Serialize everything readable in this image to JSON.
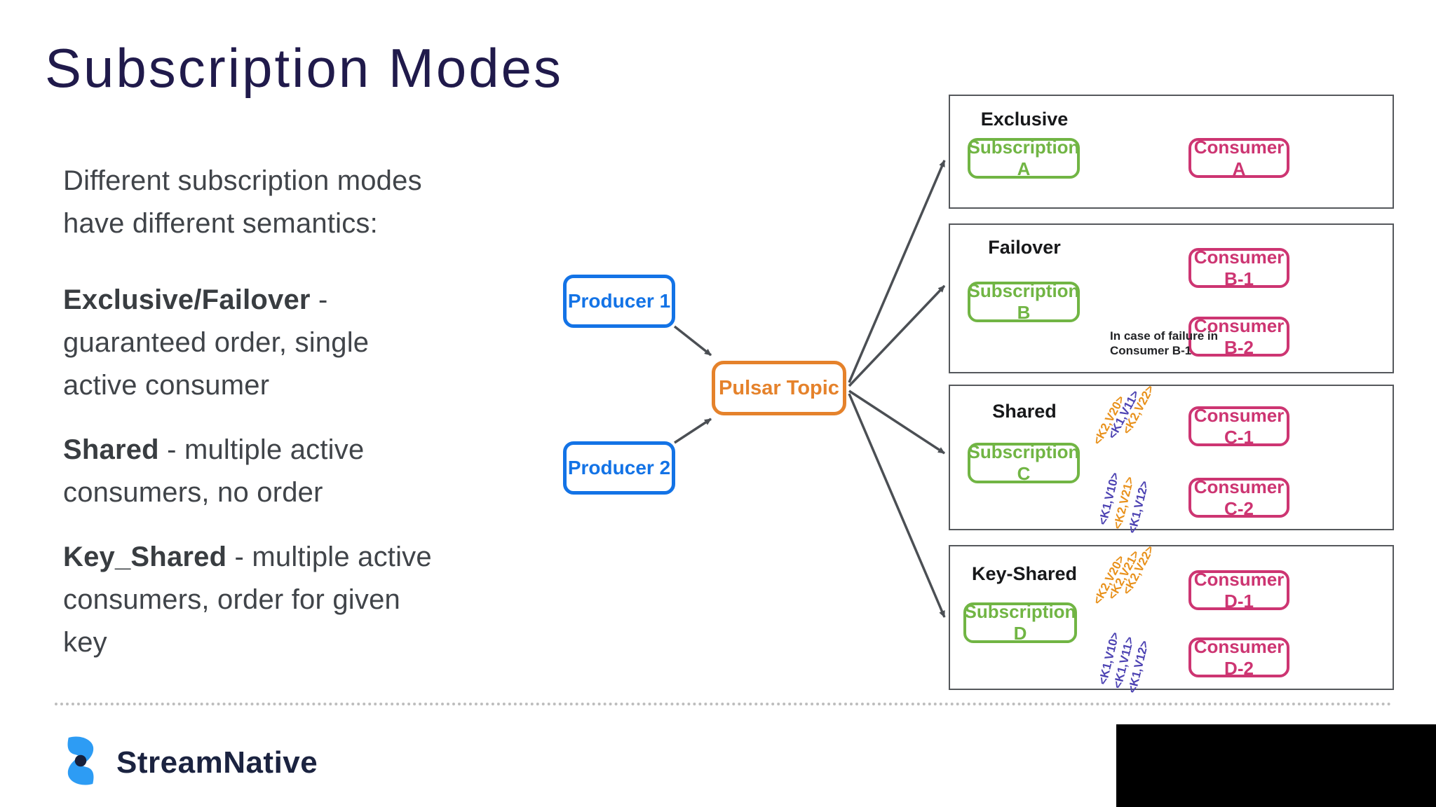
{
  "slide": {
    "title": "Subscription Modes",
    "intro": {
      "line1": "Different subscription modes",
      "line2": "have different semantics:"
    },
    "bullets": [
      {
        "bold": "Exclusive/Failover",
        "tail": " -",
        "line2": "guaranteed order, single",
        "line3": "active consumer"
      },
      {
        "bold": "Shared",
        "tail": " - multiple active",
        "line2": "consumers, no order"
      },
      {
        "bold": "Key_Shared",
        "tail": " - multiple active",
        "line2": "consumers, order for given",
        "line3": "key"
      }
    ]
  },
  "diagram": {
    "producers": [
      {
        "label": "Producer 1"
      },
      {
        "label": "Producer 2"
      }
    ],
    "topic": {
      "label": "Pulsar Topic"
    },
    "panels": [
      {
        "title": "Exclusive",
        "subscription": "Subscription A",
        "consumers": [
          "Consumer A"
        ]
      },
      {
        "title": "Failover",
        "subscription": "Subscription B",
        "consumers": [
          "Consumer B-1",
          "Consumer B-2"
        ],
        "note_line1": "In case of failure in",
        "note_line2": "Consumer B-1"
      },
      {
        "title": "Shared",
        "subscription": "Subscription C",
        "consumers": [
          "Consumer C-1",
          "Consumer C-2"
        ],
        "keys_upper": [
          {
            "text": "<K2,V20>",
            "tone": "orange"
          },
          {
            "text": "<K1,V11>",
            "tone": "purple"
          },
          {
            "text": "<K2,V22>",
            "tone": "orange"
          }
        ],
        "keys_lower": [
          {
            "text": "<K1,V10>",
            "tone": "purple"
          },
          {
            "text": "<K2,V21>",
            "tone": "orange"
          },
          {
            "text": "<K1,V12>",
            "tone": "purple"
          }
        ]
      },
      {
        "title": "Key-Shared",
        "subscription": "Subscription D",
        "consumers": [
          "Consumer D-1",
          "Consumer D-2"
        ],
        "keys_upper": [
          {
            "text": "<K2,V20>",
            "tone": "orange"
          },
          {
            "text": "<K2,V21>",
            "tone": "orange"
          },
          {
            "text": "<K2,V22>",
            "tone": "orange"
          }
        ],
        "keys_lower": [
          {
            "text": "<K1,V10>",
            "tone": "purple"
          },
          {
            "text": "<K1,V11>",
            "tone": "purple"
          },
          {
            "text": "<K1,V12>",
            "tone": "purple"
          }
        ]
      }
    ]
  },
  "footer": {
    "brand": "StreamNative"
  },
  "colors": {
    "title_navy": "#201A4B",
    "body_gray": "#404449",
    "producer_blue": "#1373E6",
    "topic_orange": "#E5822B",
    "subscription_green": "#71B544",
    "consumer_pink": "#CD3572",
    "key_orange": "#E8911C",
    "key_purple": "#4C42B2",
    "arrow_gray": "#4B4F54",
    "panel_border": "#55585C",
    "brand_blue": "#2D9CF4",
    "brand_navy": "#1B2340"
  }
}
